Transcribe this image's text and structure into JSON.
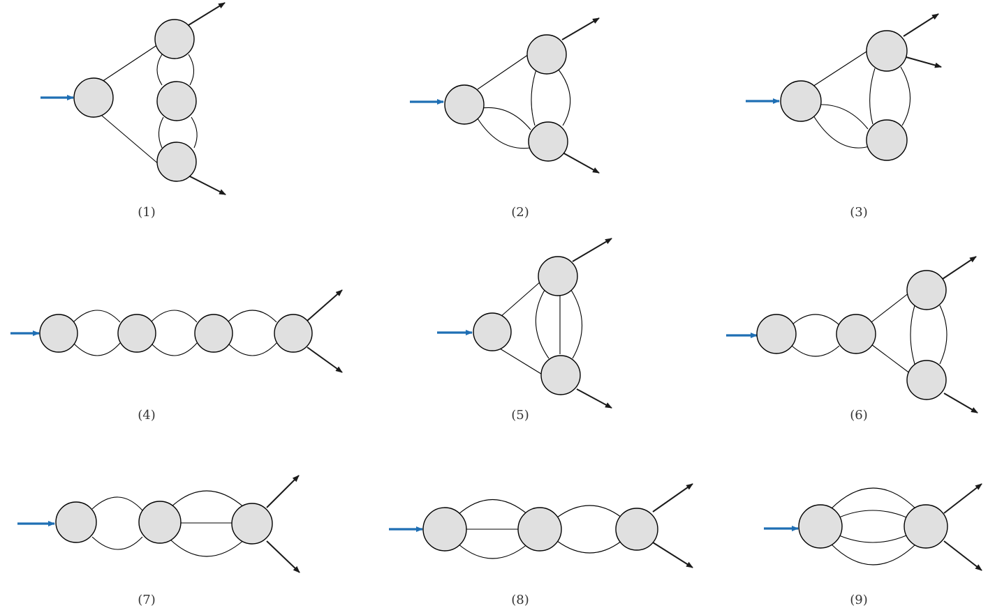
{
  "colors": {
    "incoming_arrow": "#1f6fb4",
    "outgoing_arrow": "#1a1a1a",
    "node_fill": "#e0e0e0",
    "node_stroke": "#000000",
    "background": "#ffffff"
  },
  "diagrams": [
    {
      "caption": "(1)"
    },
    {
      "caption": "(2)"
    },
    {
      "caption": "(3)"
    },
    {
      "caption": "(4)"
    },
    {
      "caption": "(5)"
    },
    {
      "caption": "(6)"
    },
    {
      "caption": "(7)"
    },
    {
      "caption": "(8)"
    },
    {
      "caption": "(9)"
    }
  ]
}
